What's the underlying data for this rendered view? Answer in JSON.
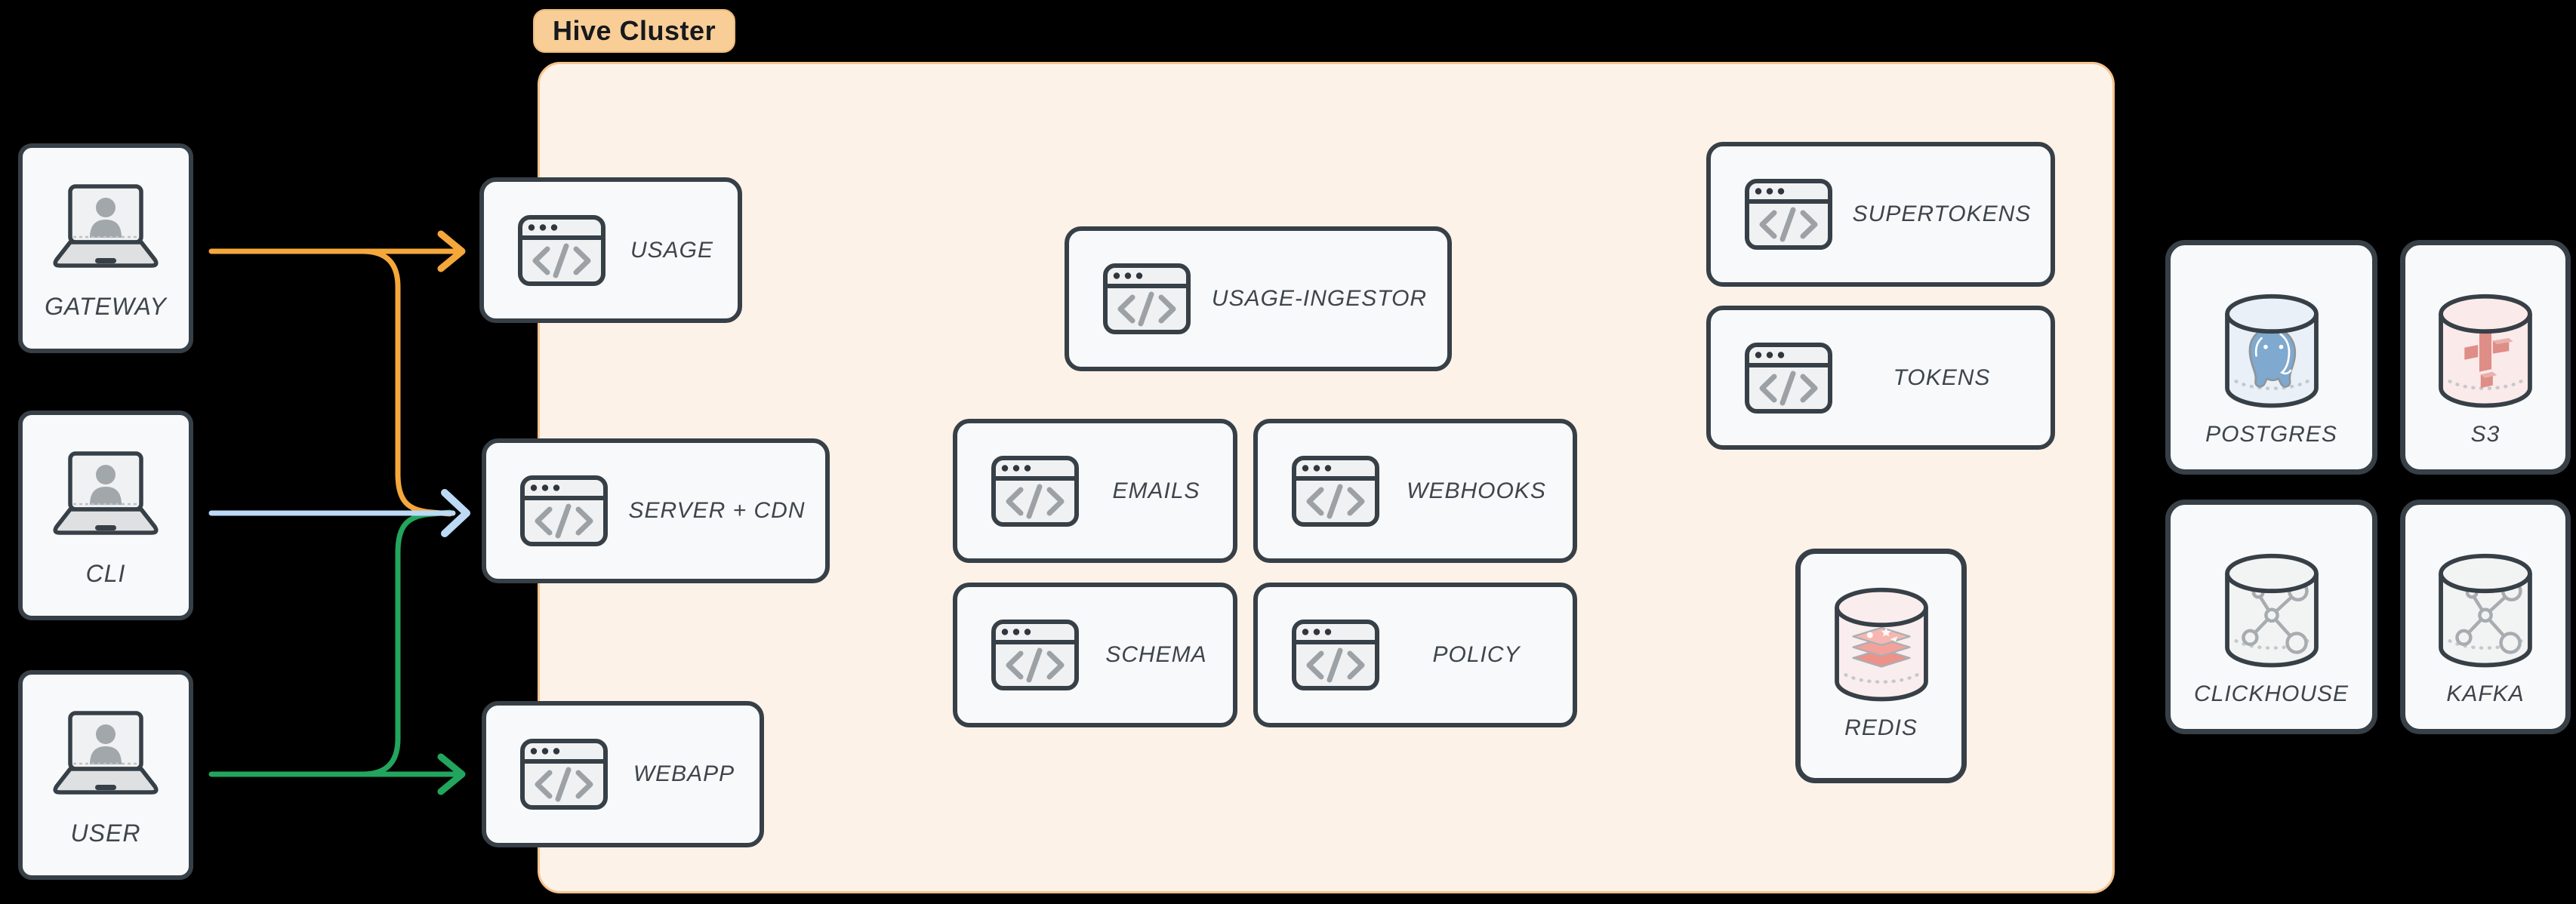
{
  "diagram_title": "Hive Cluster architecture diagram",
  "background_color": "#000000",
  "cluster": {
    "label": "Hive Cluster",
    "fill": "#FDF2E8",
    "border_color": "#F5C48E",
    "badge_fill": "#F8CE96",
    "badge_border": "#EBB97D",
    "badge_text_color": "#16191D"
  },
  "nodes": {
    "gateway": {
      "label": "GATEWAY",
      "icon": "laptop-user-icon"
    },
    "cli": {
      "label": "CLI",
      "icon": "laptop-user-icon"
    },
    "user": {
      "label": "USER",
      "icon": "laptop-user-icon"
    },
    "usage": {
      "label": "USAGE",
      "icon": "code-window-icon"
    },
    "server_cdn": {
      "label": "SERVER + CDN",
      "icon": "code-window-icon"
    },
    "webapp": {
      "label": "WEBAPP",
      "icon": "code-window-icon"
    },
    "usage_ingestor": {
      "label": "USAGE-INGESTOR",
      "icon": "code-window-icon"
    },
    "emails": {
      "label": "EMAILS",
      "icon": "code-window-icon"
    },
    "webhooks": {
      "label": "WEBHOOKS",
      "icon": "code-window-icon"
    },
    "schema": {
      "label": "SCHEMA",
      "icon": "code-window-icon"
    },
    "policy": {
      "label": "POLICY",
      "icon": "code-window-icon"
    },
    "supertokens": {
      "label": "SUPERTOKENS",
      "icon": "code-window-icon"
    },
    "tokens": {
      "label": "TOKENS",
      "icon": "code-window-icon"
    },
    "redis": {
      "label": "REDIS",
      "icon": "redis-database-icon"
    },
    "postgres": {
      "label": "POSTGRES",
      "icon": "postgres-database-icon"
    },
    "s3": {
      "label": "S3",
      "icon": "s3-database-icon"
    },
    "clickhouse": {
      "label": "CLICKHOUSE",
      "icon": "graph-database-icon"
    },
    "kafka": {
      "label": "KAFKA",
      "icon": "graph-database-icon"
    }
  },
  "edges": [
    {
      "from": "gateway",
      "to": "usage",
      "color": "#F5A73B"
    },
    {
      "from": "gateway",
      "to": "server_cdn",
      "color": "#F5A73B"
    },
    {
      "from": "cli",
      "to": "server_cdn",
      "color": "#BCD9F6"
    },
    {
      "from": "user",
      "to": "server_cdn",
      "color": "#22A55D"
    },
    {
      "from": "user",
      "to": "webapp",
      "color": "#22A55D"
    }
  ],
  "palette": {
    "node_fill": "#F8F9FA",
    "node_border": "#373F47",
    "label_text": "#3E454C",
    "icon_glyph_gray": "#9CA1A6",
    "postgres_tint": "#EAF0F8",
    "postgres_logo_blue": "#7FA9CE",
    "s3_tint": "#FAEAE9",
    "s3_logo_red": "#DE8D87",
    "redis_tint": "#FAEDED",
    "redis_logo_salmon": "#EE9189",
    "graph_tint": "#F2F3F3",
    "graph_logo_gray": "#A7ACB1"
  }
}
